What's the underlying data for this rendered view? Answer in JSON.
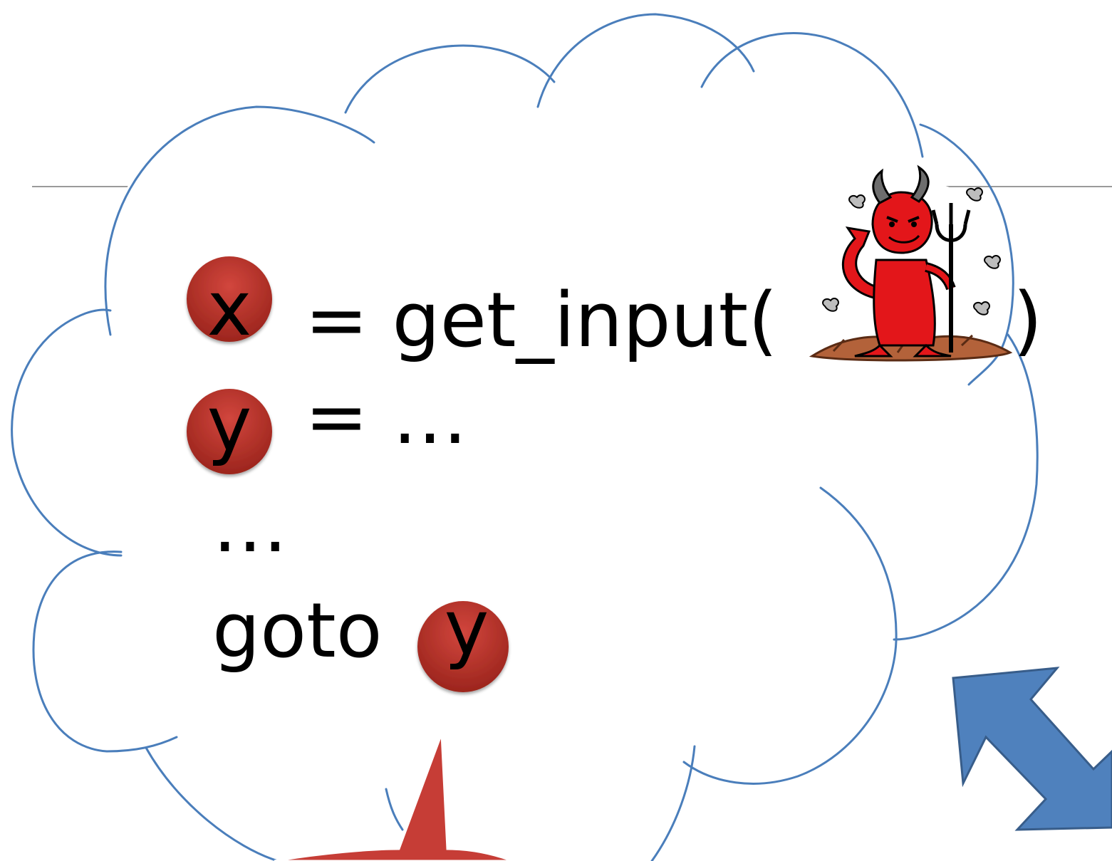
{
  "code": {
    "line1_rhs": "= get_input(",
    "line1_close": ")",
    "line2_rhs": "= …",
    "line3": "…",
    "line4_keyword": "goto"
  },
  "badges": {
    "x": "x",
    "y1": "y",
    "y2": "y"
  },
  "icons": {
    "adversary": "devil-icon",
    "arrow": "double-arrow-icon"
  },
  "colors": {
    "cloud_stroke": "#4a7ebb",
    "badge_fill": "#c0392b",
    "badge_dark": "#8e1f17",
    "arrow_fill": "#4f81bd",
    "arrow_stroke": "#385d8a",
    "callout_fill": "#c63d36",
    "devil_red": "#e3161a"
  }
}
